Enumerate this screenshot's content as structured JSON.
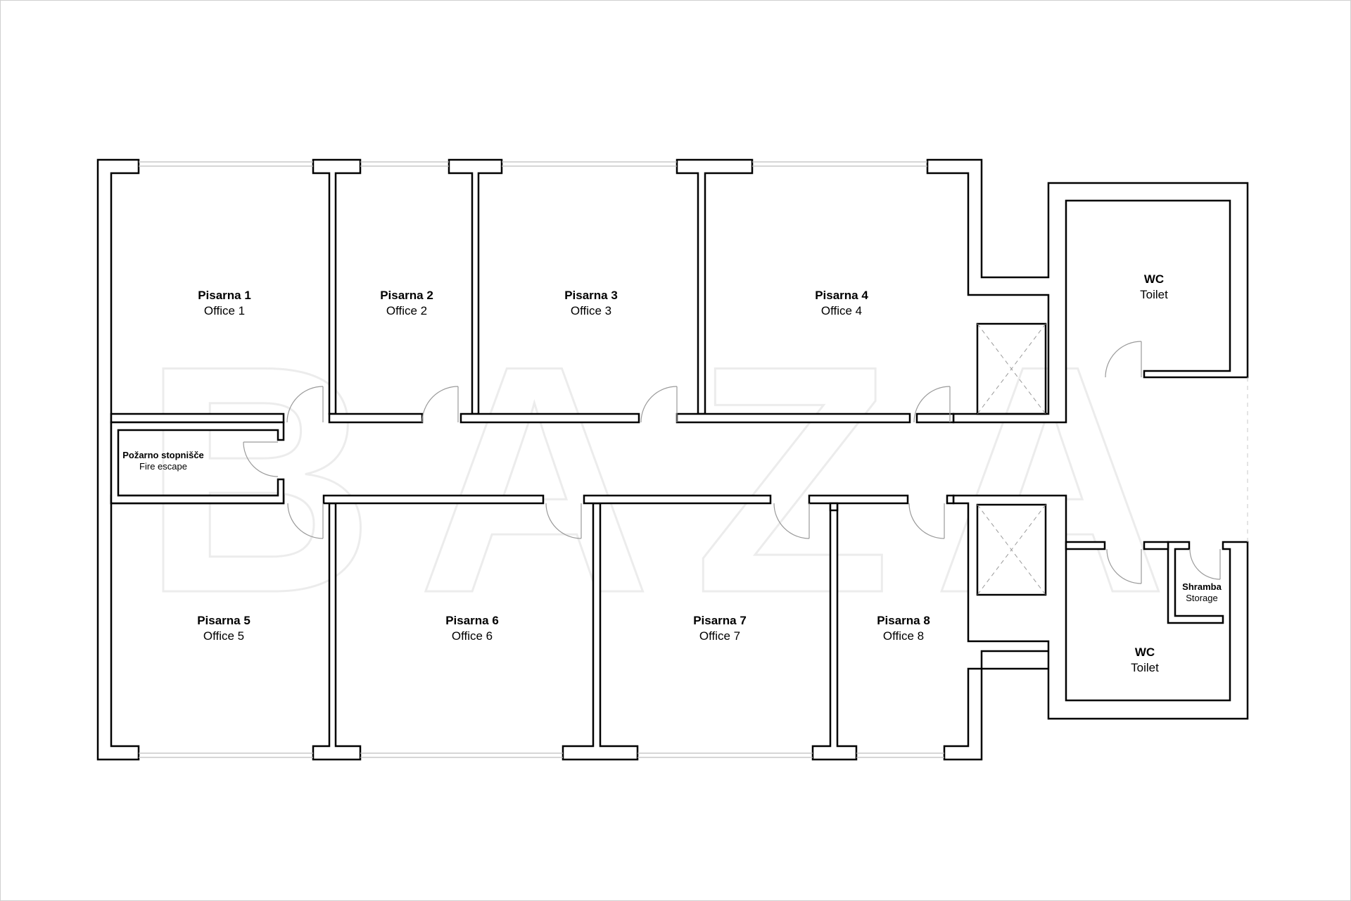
{
  "watermark": "BAZA",
  "rooms": [
    {
      "id": "office-1",
      "name": "Pisarna 1",
      "sub": "Office 1"
    },
    {
      "id": "office-2",
      "name": "Pisarna 2",
      "sub": "Office 2"
    },
    {
      "id": "office-3",
      "name": "Pisarna 3",
      "sub": "Office 3"
    },
    {
      "id": "office-4",
      "name": "Pisarna 4",
      "sub": "Office 4"
    },
    {
      "id": "office-5",
      "name": "Pisarna 5",
      "sub": "Office 5"
    },
    {
      "id": "office-6",
      "name": "Pisarna 6",
      "sub": "Office 6"
    },
    {
      "id": "office-7",
      "name": "Pisarna 7",
      "sub": "Office 7"
    },
    {
      "id": "office-8",
      "name": "Pisarna 8",
      "sub": "Office 8"
    },
    {
      "id": "wc-upper",
      "name": "WC",
      "sub": "Toilet"
    },
    {
      "id": "wc-lower",
      "name": "WC",
      "sub": "Toilet"
    },
    {
      "id": "storage",
      "name": "Shramba",
      "sub": "Storage"
    },
    {
      "id": "fire-escape",
      "name": "Požarno stopnišče",
      "sub": "Fire escape"
    }
  ]
}
